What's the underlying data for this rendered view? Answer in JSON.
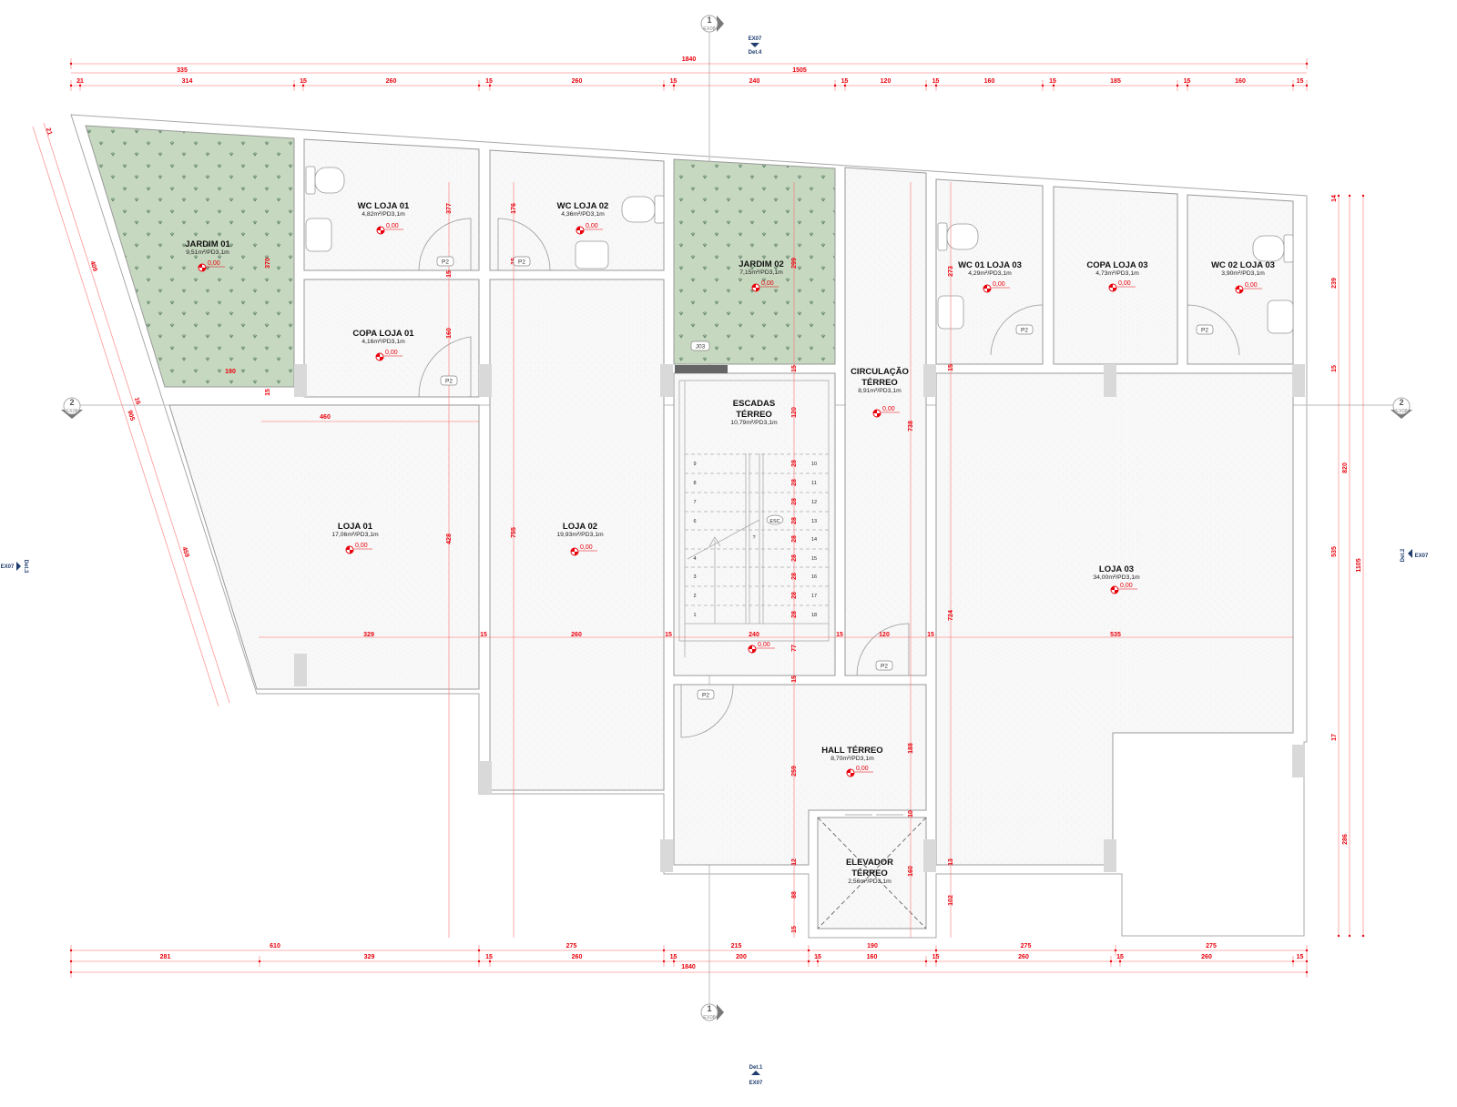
{
  "rooms": [
    {
      "name_lines": [
        "JARDIM 01"
      ],
      "area": "9,51m²/PD3,1m",
      "level": "0,00"
    },
    {
      "name_lines": [
        "WC LOJA 01"
      ],
      "area": "4,82m²/PD3,1m",
      "level": "0,00"
    },
    {
      "name_lines": [
        "WC LOJA 02"
      ],
      "area": "4,36m²/PD3,1m",
      "level": "0,00"
    },
    {
      "name_lines": [
        "COPA LOJA 01"
      ],
      "area": "4,16m²/PD3,1m",
      "level": "0,00"
    },
    {
      "name_lines": [
        "JARDIM 02"
      ],
      "area": "7,15m²/PD3,1m",
      "level": "0,00"
    },
    {
      "name_lines": [
        "WC 01 LOJA 03"
      ],
      "area": "4,29m²/PD3,1m",
      "level": "0,00"
    },
    {
      "name_lines": [
        "COPA LOJA 03"
      ],
      "area": "4,73m²/PD3,1m",
      "level": "0,00"
    },
    {
      "name_lines": [
        "WC 02 LOJA 03"
      ],
      "area": "3,90m²/PD3,1m",
      "level": "0,00"
    },
    {
      "name_lines": [
        "CIRCULAÇÃO",
        "TÉRREO"
      ],
      "area": "8,91m²/PD3,1m",
      "level": "0,00"
    },
    {
      "name_lines": [
        "ESCADAS",
        "TÉRREO"
      ],
      "area": "10,79m²/PD3,1m",
      "level": "0,00"
    },
    {
      "name_lines": [
        "LOJA 01"
      ],
      "area": "17,06m²/PD3,1m",
      "level": "0,00"
    },
    {
      "name_lines": [
        "LOJA 02"
      ],
      "area": "19,93m²/PD3,1m",
      "level": "0,00"
    },
    {
      "name_lines": [
        "LOJA 03"
      ],
      "area": "34,00m²/PD3,1m",
      "level": "0,00"
    },
    {
      "name_lines": [
        "HALL TÉRREO"
      ],
      "area": "8,70m²/PD3,1m",
      "level": "0,00"
    },
    {
      "name_lines": [
        "ELEVADOR",
        "TÉRREO"
      ],
      "area": "2,56m²/PD3,1m",
      "level": null
    }
  ],
  "dimensions": {
    "top_total": [
      "1840"
    ],
    "top_partial": [
      "335",
      "1505"
    ],
    "top_segments": [
      "21",
      "314",
      "15",
      "260",
      "15",
      "260",
      "15",
      "240",
      "15",
      "120",
      "15",
      "160",
      "15",
      "185",
      "15",
      "160",
      "15"
    ],
    "bottom_partial": [
      "610",
      "275",
      "215",
      "190",
      "275",
      "275"
    ],
    "bottom_segments": [
      "281",
      "329",
      "15",
      "260",
      "15",
      "200",
      "15",
      "160",
      "15",
      "260",
      "15",
      "260",
      "15"
    ],
    "bottom_total": [
      "1840"
    ],
    "right_segments": [
      "14",
      "239",
      "15",
      "535",
      "17",
      "286"
    ],
    "right_totals": [
      "820",
      "1105"
    ],
    "left_slanted": [
      "21",
      "409",
      "16",
      "905",
      "459"
    ],
    "interior": [
      "377",
      "15",
      "176",
      "15",
      "370",
      "15",
      "160",
      "299",
      "15",
      "120",
      "273",
      "15",
      "738",
      "428",
      "755",
      "724",
      "77",
      "15",
      "259",
      "188",
      "10",
      "12",
      "88",
      "15",
      "160",
      "13",
      "102",
      "190",
      "460",
      "329",
      "15",
      "260",
      "15",
      "240",
      "15",
      "120",
      "15",
      "535"
    ],
    "stair_risers": [
      "28",
      "28",
      "28",
      "28",
      "28",
      "28",
      "28",
      "28",
      "28"
    ]
  },
  "stairs": {
    "left_steps": [
      "9",
      "8",
      "7",
      "6",
      "4",
      "3",
      "2",
      "1"
    ],
    "right_steps": [
      "10",
      "11",
      "12",
      "13",
      "14",
      "15",
      "16",
      "17",
      "18"
    ],
    "mark": "?",
    "label": "ESC"
  },
  "tags": {
    "doors": [
      "P2",
      "P2",
      "P2",
      "P2",
      "P2",
      "P2",
      "P2"
    ],
    "window": "J03"
  },
  "section_markers": [
    {
      "number": "1",
      "sheet": "EX08"
    },
    {
      "number": "1",
      "sheet": "EX08"
    },
    {
      "number": "2",
      "sheet": "EX08"
    },
    {
      "number": "2",
      "sheet": "EX08"
    }
  ],
  "detail_markers": [
    {
      "sheet": "EX07",
      "detail": "Det.4"
    },
    {
      "sheet": "EX07",
      "detail": "Det.1"
    },
    {
      "sheet": "EX07",
      "detail": "Det.3"
    },
    {
      "sheet": "EX07",
      "detail": "Det.2"
    }
  ],
  "colors": {
    "dimension": "#e8000b",
    "garden": "#c6d8bf",
    "detail": "#1f3c6e",
    "wall": "#a8a8a8"
  }
}
